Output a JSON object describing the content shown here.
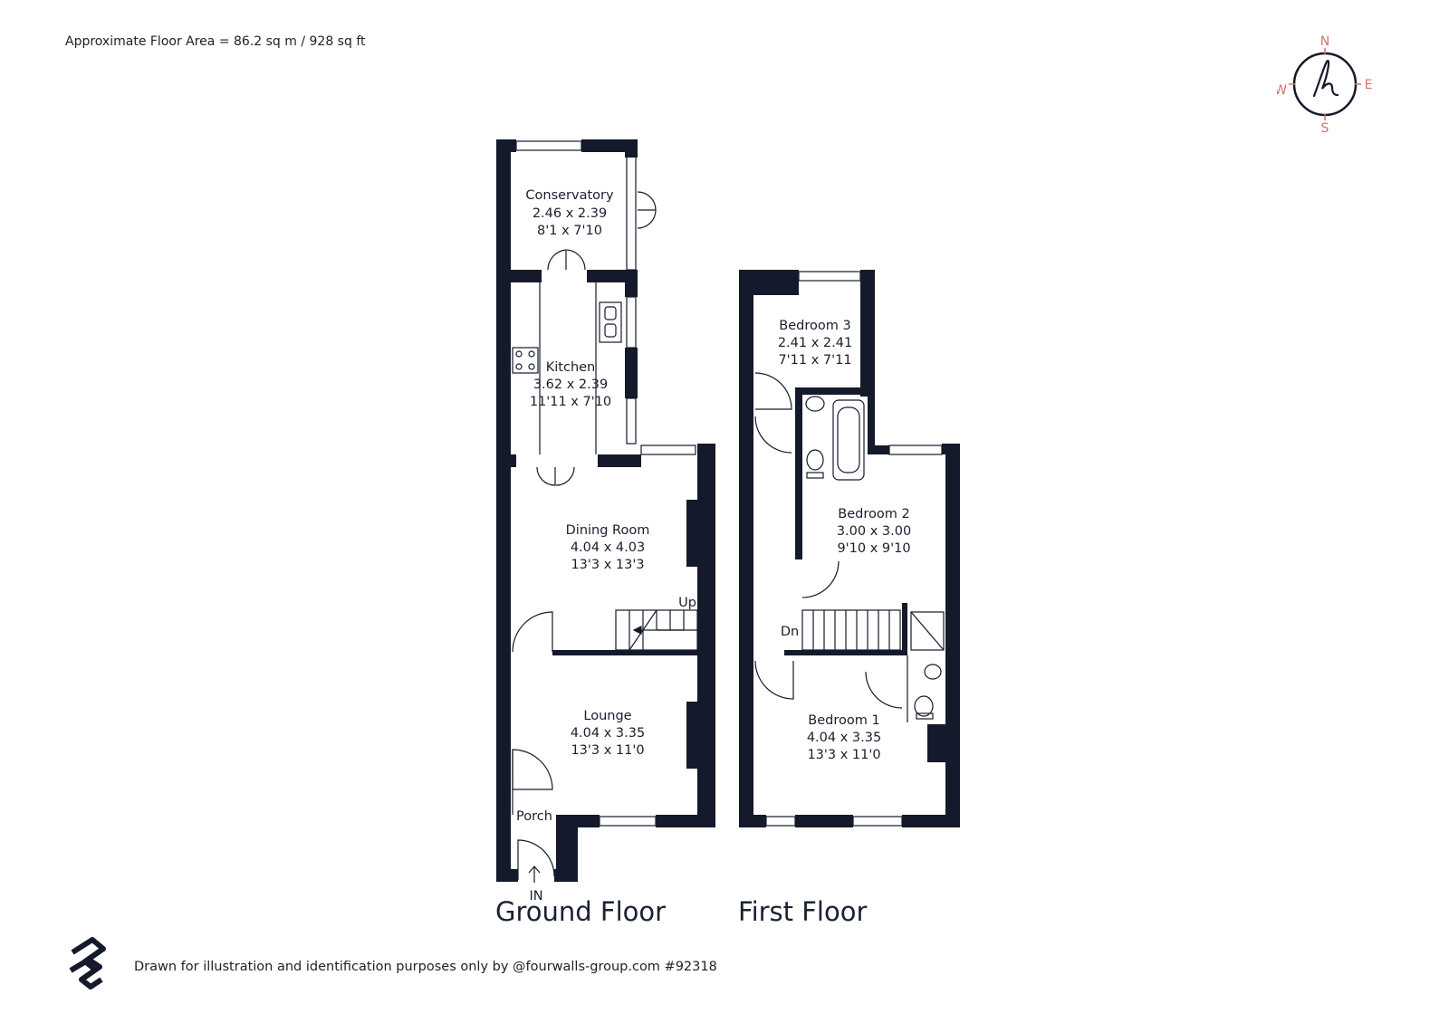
{
  "header": {
    "floor_area": "Approximate Floor Area = 86.2 sq m / 928 sq ft"
  },
  "compass": {
    "n": "N",
    "e": "E",
    "s": "S",
    "w": "W",
    "logo_letter": "h"
  },
  "ground_floor": {
    "title": "Ground Floor",
    "rooms": [
      {
        "name": "Conservatory",
        "metric": "2.46 x 2.39",
        "imperial": "8'1 x 7'10"
      },
      {
        "name": "Kitchen",
        "metric": "3.62 x 2.39",
        "imperial": "11'11 x 7'10"
      },
      {
        "name": "Dining Room",
        "metric": "4.04 x 4.03",
        "imperial": "13'3 x 13'3"
      },
      {
        "name": "Lounge",
        "metric": "4.04 x 3.35",
        "imperial": "13'3 x 11'0"
      },
      {
        "name": "Porch"
      }
    ],
    "stairs_label": "Up",
    "entrance_label": "IN"
  },
  "first_floor": {
    "title": "First Floor",
    "rooms": [
      {
        "name": "Bedroom 3",
        "metric": "2.41 x 2.41",
        "imperial": "7'11 x 7'11"
      },
      {
        "name": "Bedroom 2",
        "metric": "3.00 x 3.00",
        "imperial": "9'10 x 9'10"
      },
      {
        "name": "Bedroom 1",
        "metric": "4.04 x 3.35",
        "imperial": "13'3 x 11'0"
      }
    ],
    "stairs_label": "Dn"
  },
  "footer": {
    "disclaimer": "Drawn for illustration and identification purposes only by @fourwalls-group.com #92318"
  },
  "colors": {
    "wall": "#141a2b",
    "compass_accent": "#d9706a",
    "text": "#1a1f2e"
  }
}
